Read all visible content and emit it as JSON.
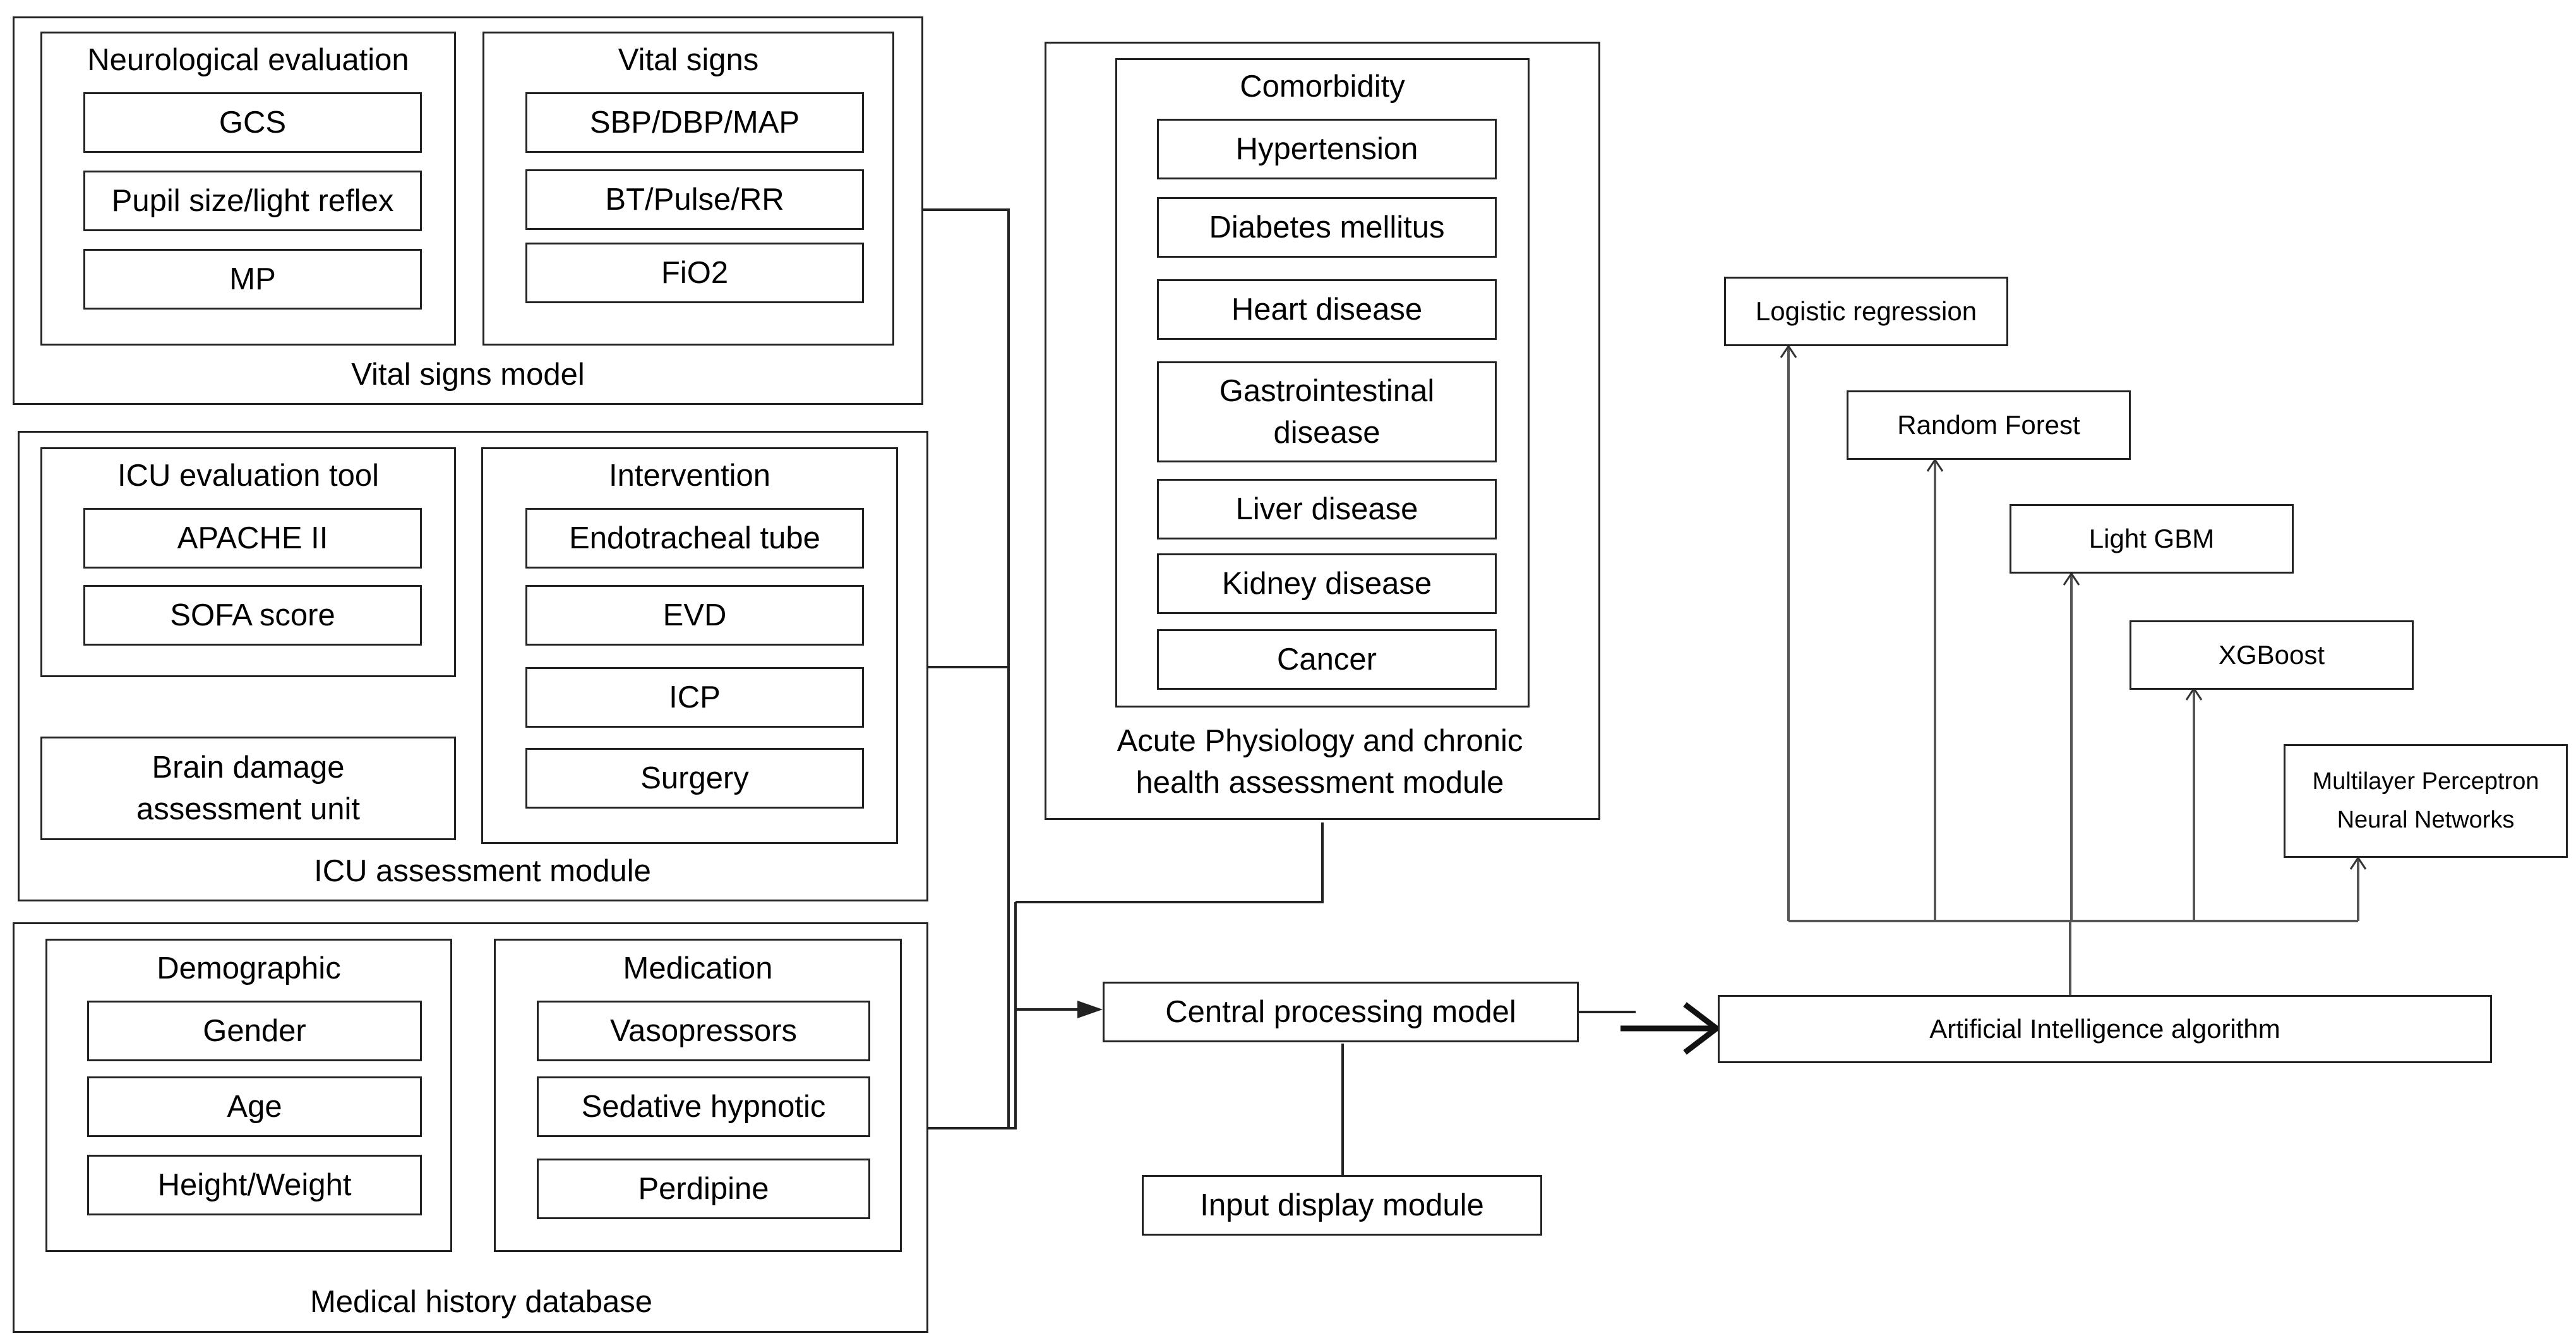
{
  "vital_signs_model": {
    "title": "Vital signs model",
    "neurological": {
      "title": "Neurological evaluation",
      "items": [
        "GCS",
        "Pupil size/light reflex",
        "MP"
      ]
    },
    "vital_signs": {
      "title": "Vital signs",
      "items": [
        "SBP/DBP/MAP",
        "BT/Pulse/RR",
        "FiO2"
      ]
    }
  },
  "icu_assessment_module": {
    "title": "ICU assessment module",
    "icu_tool": {
      "title": "ICU evaluation tool",
      "items": [
        "APACHE II",
        "SOFA score"
      ]
    },
    "brain_damage": {
      "label": "Brain damage assessment unit"
    },
    "intervention": {
      "title": "Intervention",
      "items": [
        "Endotracheal tube",
        "EVD",
        "ICP",
        "Surgery"
      ]
    }
  },
  "medical_history_database": {
    "title": "Medical history database",
    "demographic": {
      "title": "Demographic",
      "items": [
        "Gender",
        "Age",
        "Height/Weight"
      ]
    },
    "medication": {
      "title": "Medication",
      "items": [
        "Vasopressors",
        "Sedative hypnotic",
        "Perdipine"
      ]
    }
  },
  "acute_module": {
    "title": "Acute Physiology and chronic health assessment module",
    "comorbidity": {
      "title": "Comorbidity",
      "items": [
        "Hypertension",
        "Diabetes mellitus",
        "Heart disease",
        "Gastrointestinal disease",
        "Liver disease",
        "Kidney disease",
        "Cancer"
      ]
    }
  },
  "central_processing": {
    "label": "Central processing model"
  },
  "input_display": {
    "label": "Input display module"
  },
  "ai_algorithm": {
    "label": "Artificial Intelligence algorithm"
  },
  "algorithms": [
    "Logistic regression",
    "Random Forest",
    "Light GBM",
    "XGBoost",
    "Multilayer Perceptron Neural Networks"
  ]
}
